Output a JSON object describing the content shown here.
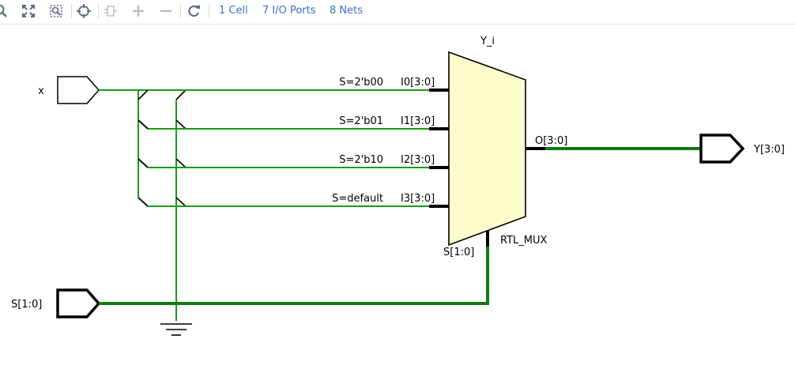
{
  "toolbar": {
    "icons": [
      "zoom-in-icon",
      "fit-view-icon",
      "zoom-area-icon",
      "center-view-icon",
      "cell-icon",
      "expand-icon",
      "collapse-icon",
      "refresh-icon"
    ],
    "cells_link": "1 Cell",
    "ports_link": "7 I/O Ports",
    "nets_link": "8 Nets"
  },
  "schematic": {
    "ports": {
      "x_label": "x",
      "s_label": "S[1:0]",
      "y_label": "Y[3:0]"
    },
    "mux": {
      "instance_name": "Y_i",
      "cell_type": "RTL_MUX",
      "select_pin": "S[1:0]",
      "output_pin": "O[3:0]",
      "inputs": [
        {
          "pin": "I0[3:0]",
          "condition": "S=2'b00"
        },
        {
          "pin": "I1[3:0]",
          "condition": "S=2'b01"
        },
        {
          "pin": "I2[3:0]",
          "condition": "S=2'b10"
        },
        {
          "pin": "I3[3:0]",
          "condition": "S=default"
        }
      ]
    },
    "colors": {
      "wire": "#1a9a1a",
      "bus": "#137a13",
      "mux_fill": "#fdfdcc",
      "outline": "#000000",
      "link": "#3a6fc0"
    }
  }
}
